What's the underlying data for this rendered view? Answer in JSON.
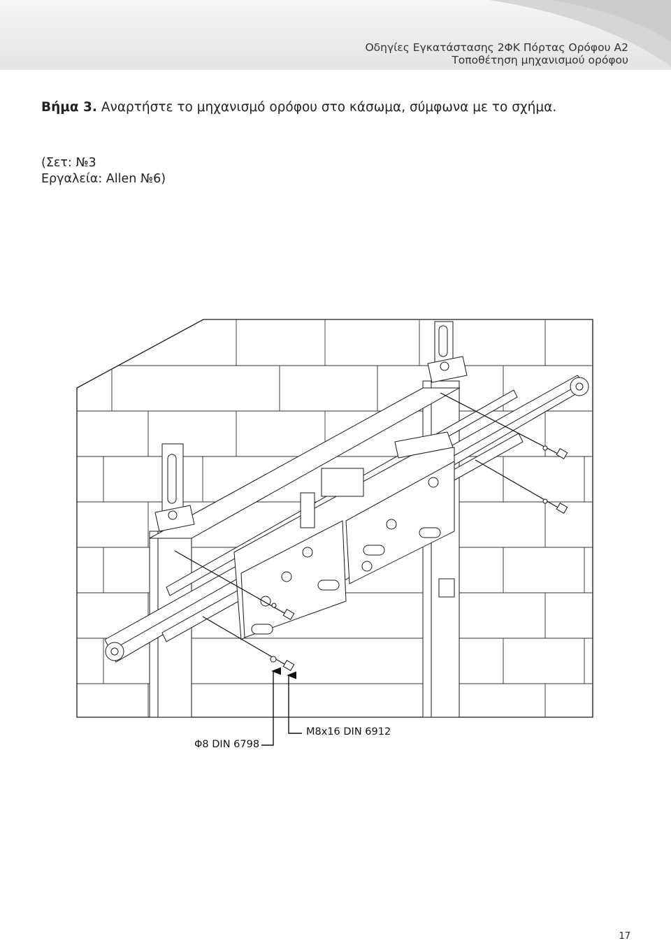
{
  "header": {
    "line1": "Οδηγίες Εγκατάστασης 2ΦΚ Πόρτας Ορόφου Α2",
    "line2": "Τοποθέτηση μηχανισμού ορόφου"
  },
  "step": {
    "label": "Βήμα 3.",
    "text": "Αναρτήστε το μηχανισμό ορόφου στο κάσωμα, σύμφωνα με το σχήμα."
  },
  "tools": {
    "set": "(Σετ: №3",
    "tools": "Εργαλεία: Allen №6)"
  },
  "callouts": {
    "washer": "Φ8 DIN 6798",
    "screw": "M8x16 DIN 6912"
  },
  "page_number": "17",
  "colors": {
    "header_band": "#e6e6e6",
    "line": "#1a1a1a"
  }
}
